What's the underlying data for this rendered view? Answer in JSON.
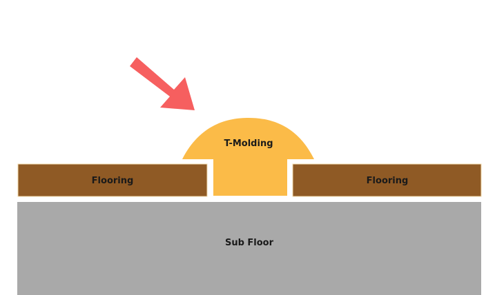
{
  "diagram": {
    "labels": {
      "t_molding": "T-Molding",
      "flooring_left": "Flooring",
      "flooring_right": "Flooring",
      "sub_floor": "Sub Floor"
    },
    "colors": {
      "background": "#ffffff",
      "flooring": "#8f5a25",
      "t_molding": "#fbbb48",
      "sub_floor": "#a9a9a9",
      "arrow": "#f65f5f",
      "text": "#1a1a1a"
    },
    "arrow_icon": "arrow-down-right-icon"
  }
}
